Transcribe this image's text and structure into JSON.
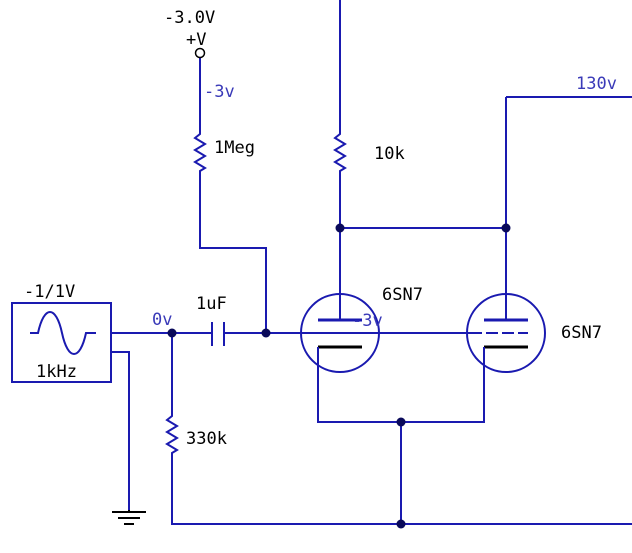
{
  "colors": {
    "wire": "#1a1ab0",
    "node": "#0a0a5a",
    "text": "#000000",
    "annotation": "#3a3ab8",
    "background": "#ffffff"
  },
  "source": {
    "amplitude_label": "-1/1V",
    "frequency_label": "1kHz",
    "icon": "sine-wave-icon"
  },
  "bias_supply": {
    "voltage_label": "-3.0V",
    "terminal_label": "+V",
    "node_annotation": "-3v"
  },
  "components": {
    "r_bias": "1Meg",
    "r_plate": "10k",
    "r_grid": "330k",
    "c_coupling": "1uF",
    "tube_1": "6SN7",
    "tube_2": "6SN7"
  },
  "annotations": {
    "input_node": "0v",
    "grid_node": "-3v",
    "plate_supply": "130v"
  },
  "icons": {
    "ground": "ground-icon",
    "resistor": "resistor-icon",
    "capacitor": "capacitor-icon",
    "triode": "triode-icon"
  }
}
